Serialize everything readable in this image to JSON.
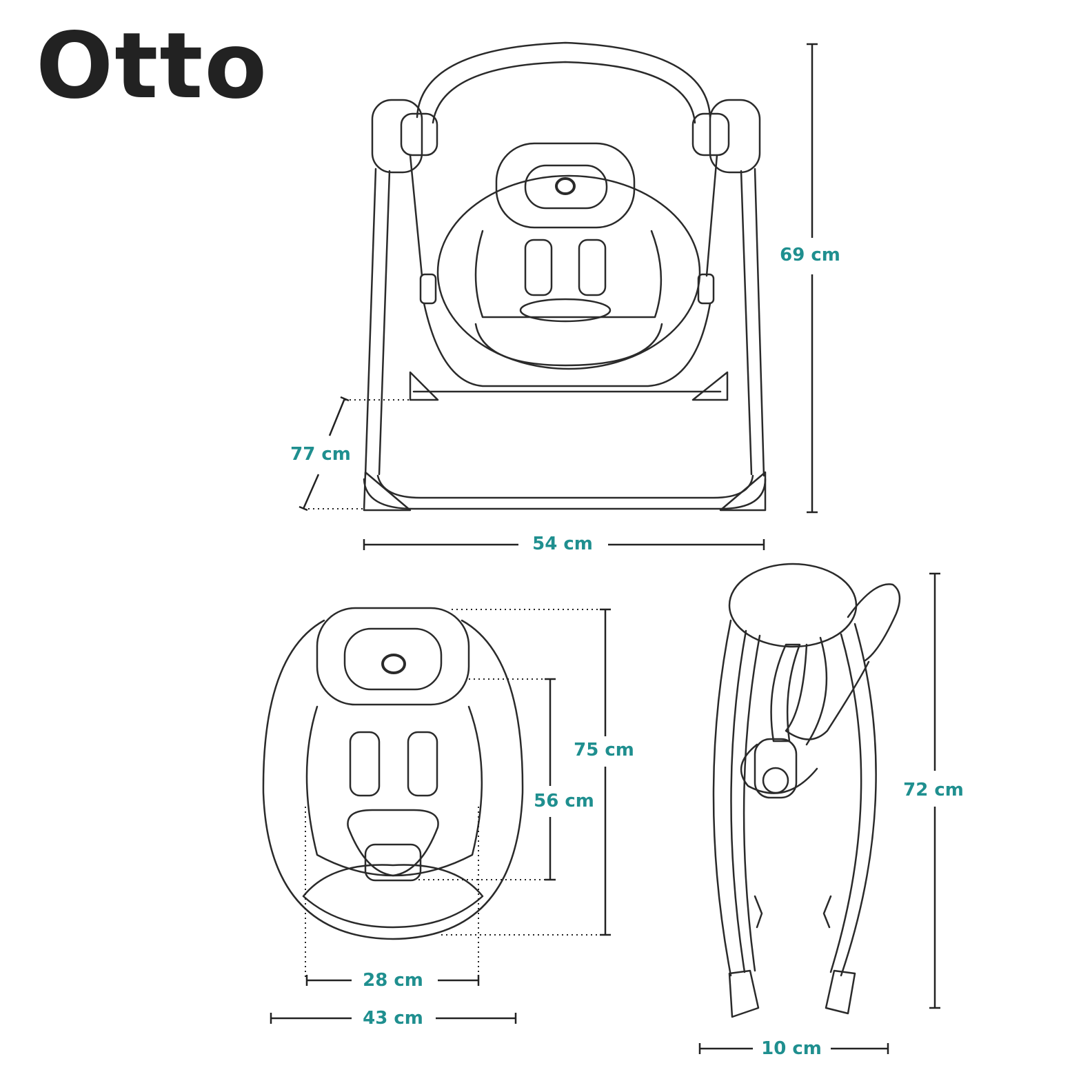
{
  "title": "Otto",
  "colors": {
    "label": "#1f8f8f",
    "line": "#2a2a2a"
  },
  "dimensions": {
    "front_height": "69 cm",
    "front_depth": "77 cm",
    "front_width": "54 cm",
    "seat_length": "75 cm",
    "seat_back": "56 cm",
    "seat_inner_width": "28 cm",
    "seat_width": "43 cm",
    "folded_height": "72 cm",
    "folded_depth": "10 cm"
  }
}
